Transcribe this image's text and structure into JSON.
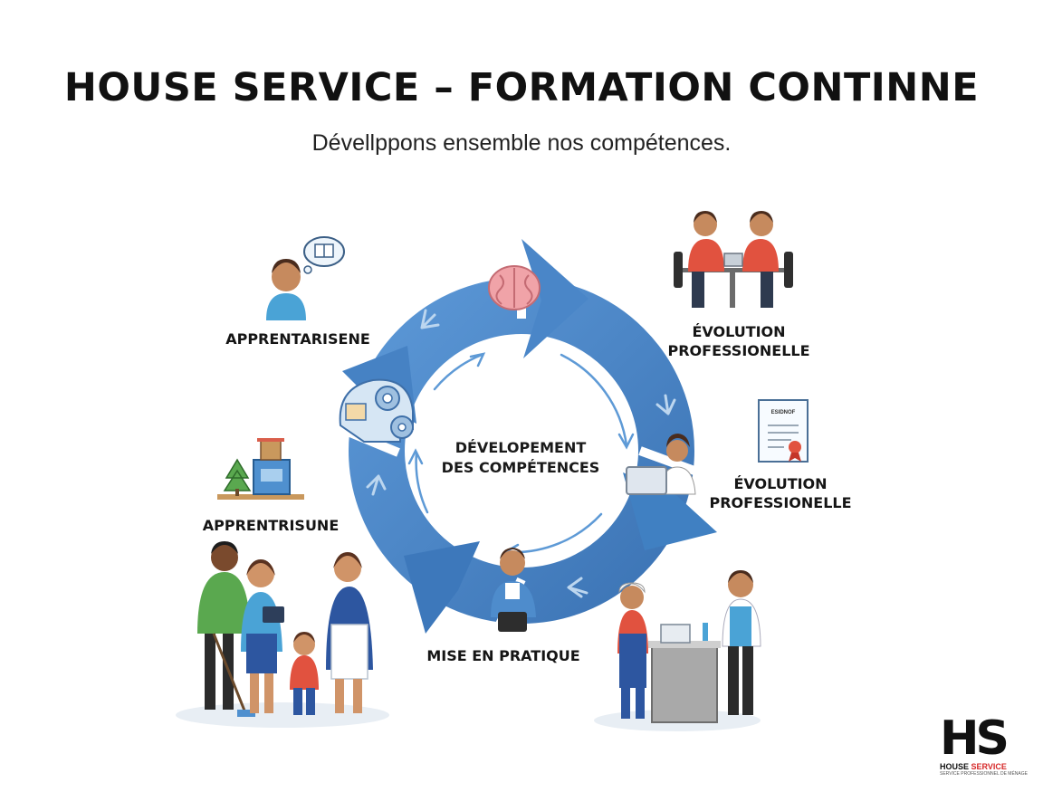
{
  "header": {
    "title": "HOUSE SERVICE – FORMATION CONTINNE",
    "subtitle": "Dévellppons ensemble nos compétences."
  },
  "cycle": {
    "center_line1": "DÉVELOPEMENT",
    "center_line2": "DES COMPÉTENCES"
  },
  "labels": {
    "apprentarisene": "APPRENTARISENE",
    "apprentrisune": "APPRENTRISUNE",
    "evolution_top_line1": "ÉVOLUTION",
    "evolution_top_line2": "PROFESSIONELLE",
    "evolution_right_line1": "ÉVOLUTION",
    "evolution_right_line2": "PROFESSIONELLE",
    "mise_en_pratique": "MISE EN PRATIQUE"
  },
  "certificate": {
    "heading": "ESIDNOF"
  },
  "logo": {
    "letters": "HS",
    "word1": "HOUSE",
    "word2": "SERVICE",
    "tagline": "SERVICE PROFESSIONNEL DE MÉNAGE"
  },
  "colors": {
    "cycle_blue": "#4a86c8",
    "cycle_blue_dark": "#3b73b4",
    "arrow_light": "#bcd6ef",
    "shirt_red": "#e1523f",
    "shirt_blue": "#3e8fcf",
    "shirt_green": "#5aa84f"
  }
}
